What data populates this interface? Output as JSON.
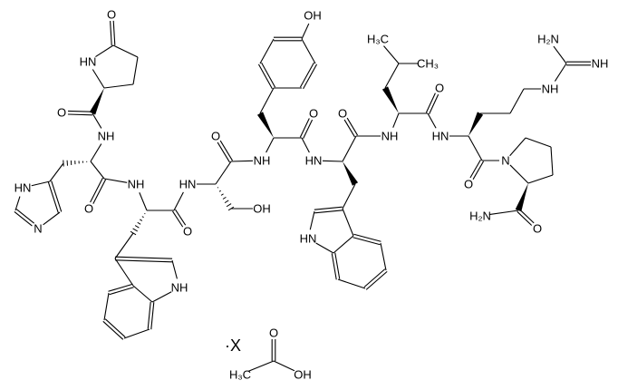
{
  "diagram": {
    "type": "chemical-structure",
    "colors": {
      "bond": "#000000",
      "background": "#ffffff"
    },
    "atom_labels": {
      "O1": "O",
      "N1": "HN",
      "Oc1": "O",
      "N2": "NH",
      "Im1": "HN",
      "Im3": "N",
      "Ho": "O",
      "N3": "NH",
      "T1": "NH",
      "To": "O",
      "N4": "HN",
      "SO": "OH",
      "So": "O",
      "N5": "NH",
      "YO": "OH",
      "Yo": "O",
      "N6": "HN",
      "W1": "HN",
      "Wo": "O",
      "N7": "NH",
      "LD1": "H₃C",
      "LD2": "CH₃",
      "Lo": "O",
      "N8": "HN",
      "RN": "NH",
      "RN2": "NH",
      "RN3": "H₂N",
      "Ro": "O",
      "PN": "N",
      "Po": "O",
      "PNH2": "H₂N",
      "AO": "O",
      "AMe": "H₃C",
      "AOH": "OH"
    },
    "salt_multiplier": "·X"
  }
}
